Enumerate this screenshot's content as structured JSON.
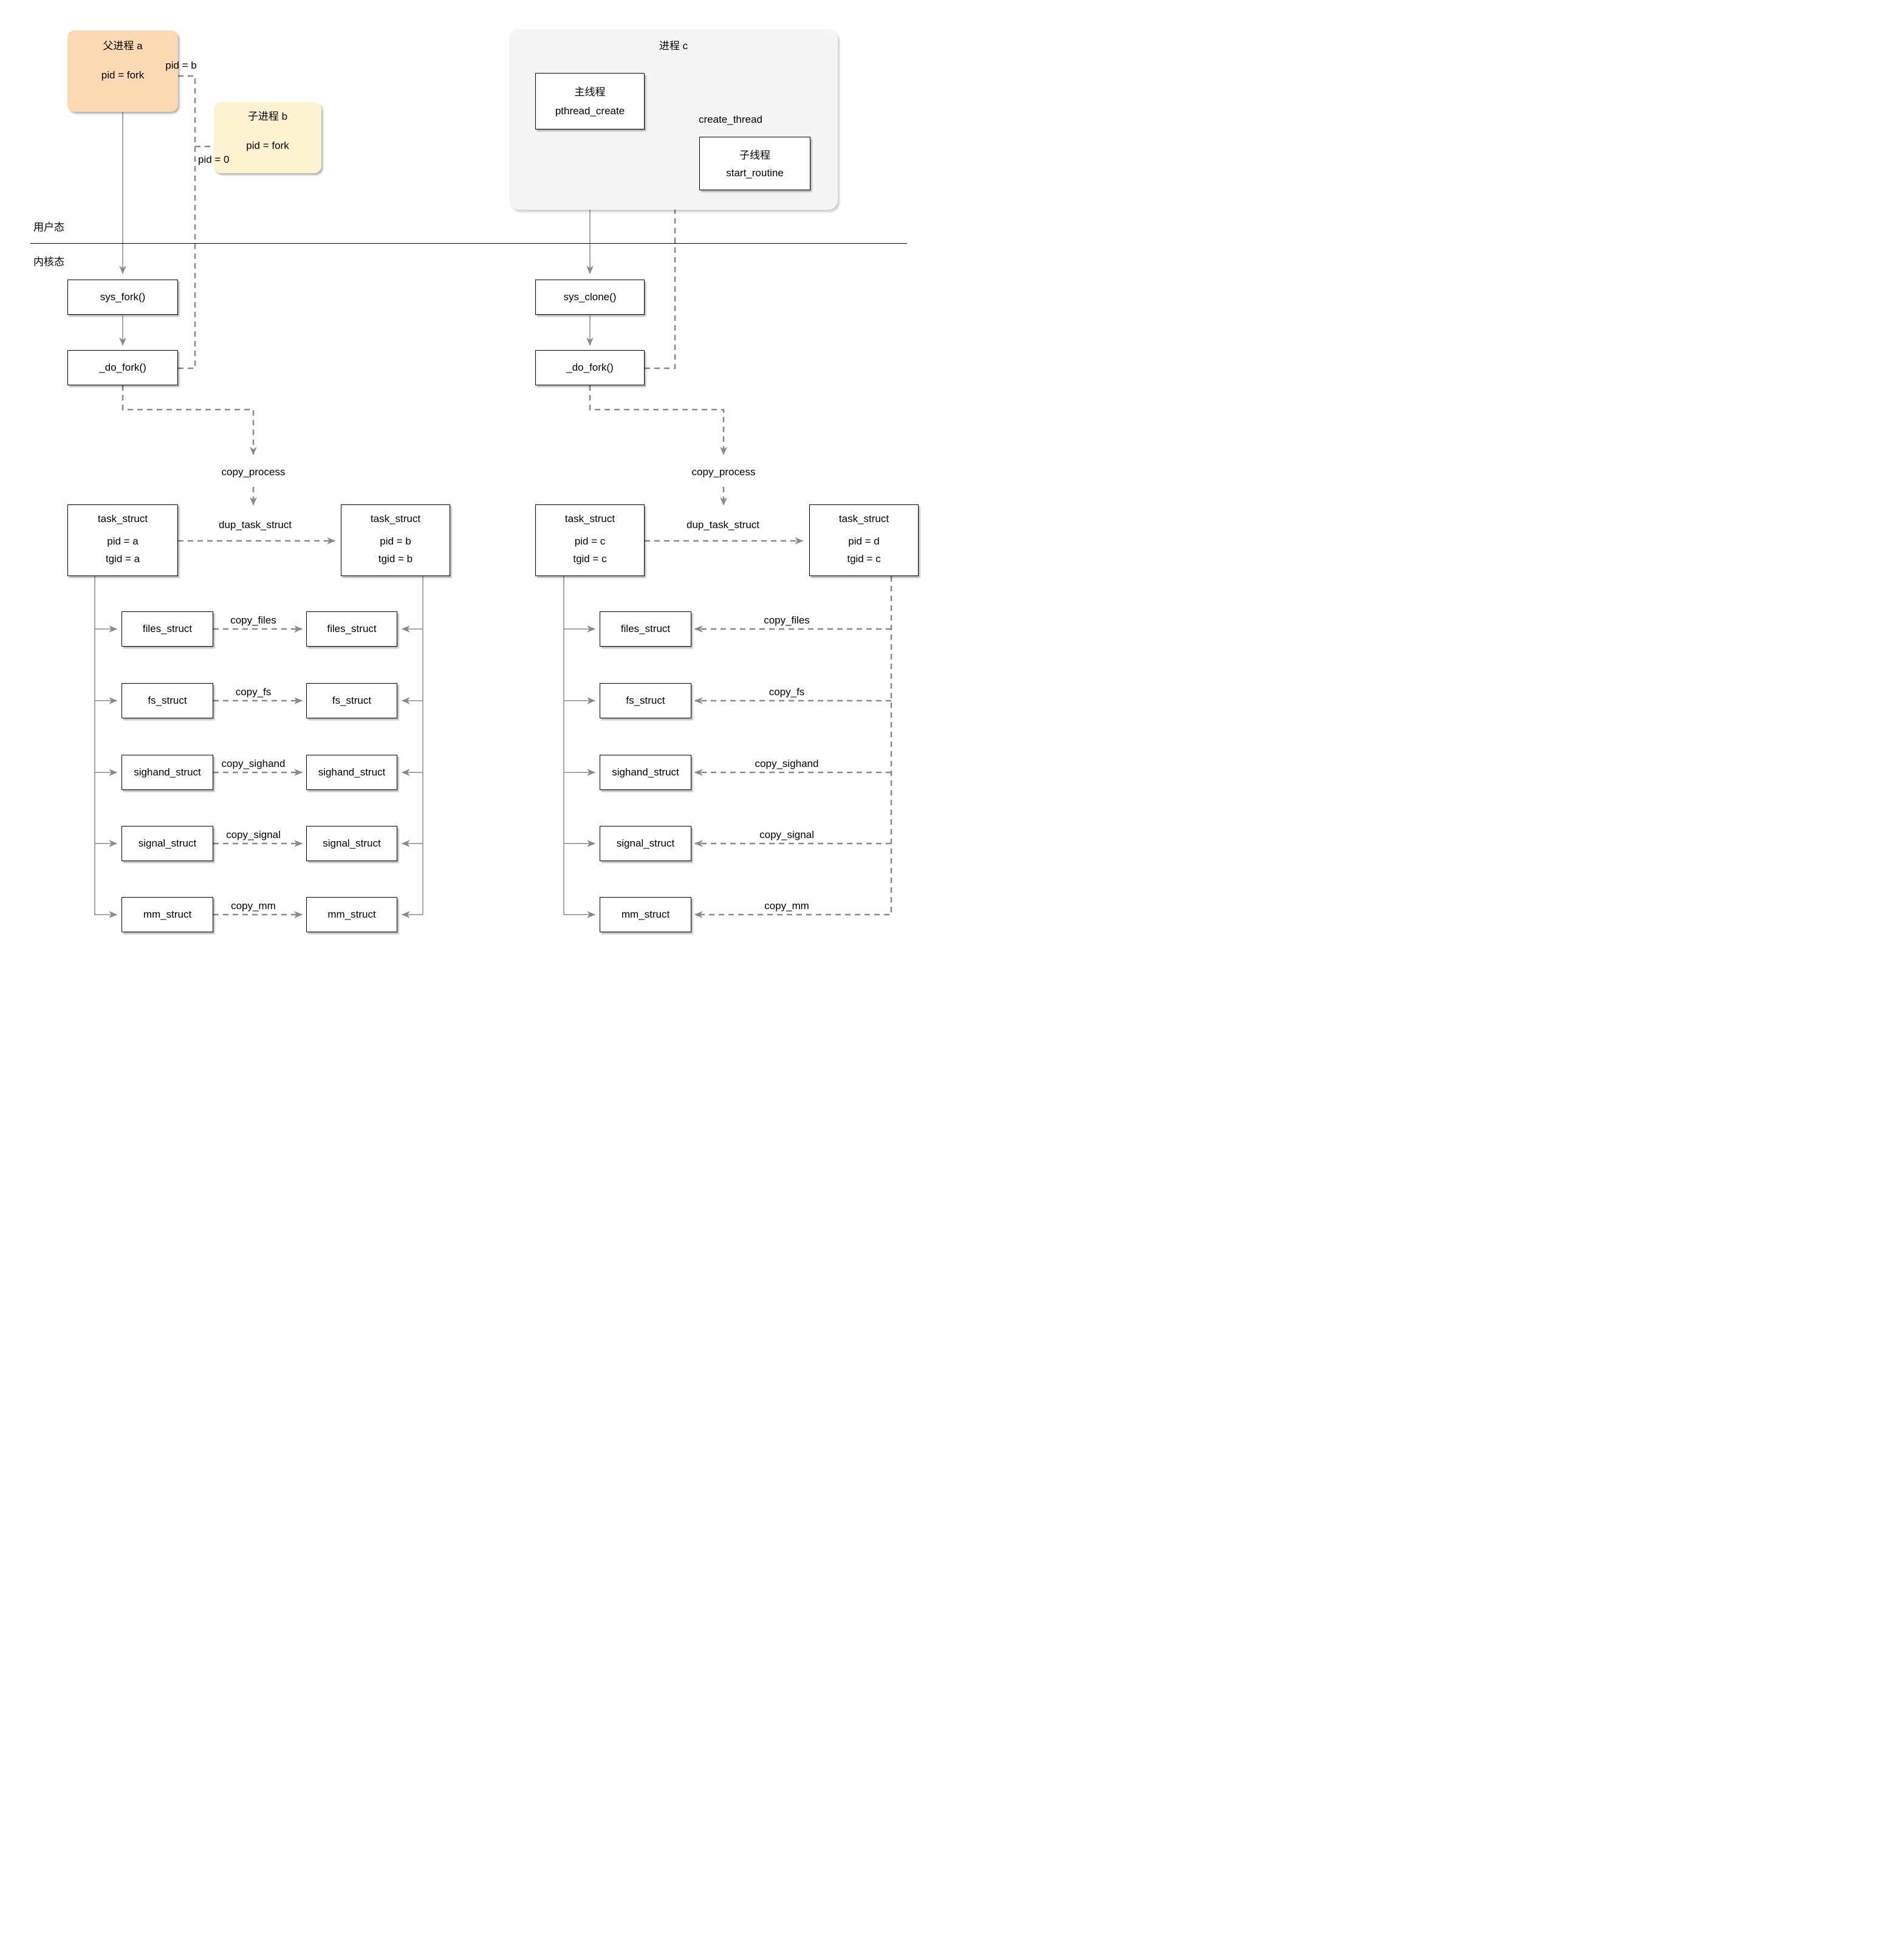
{
  "modes": {
    "user": "用户态",
    "kernel": "内核态"
  },
  "structs": [
    "files_struct",
    "fs_struct",
    "sighand_struct",
    "signal_struct",
    "mm_struct"
  ],
  "copy_labels": [
    "copy_files",
    "copy_fs",
    "copy_sighand",
    "copy_signal",
    "copy_mm"
  ],
  "shared_labels": {
    "copy_process": "copy_process",
    "dup_task_struct": "dup_task_struct"
  },
  "left": {
    "parent_box": {
      "title": "父进程 a",
      "value": "pid = fork"
    },
    "child_box": {
      "title": "子进程 b",
      "value": "pid = fork"
    },
    "return_to_parent_label": "pid = b",
    "return_to_child_label": "pid = 0",
    "sys_call": "sys_fork()",
    "do_fork": "_do_fork()",
    "task_parent": {
      "title": "task_struct",
      "pid": "pid = a",
      "tgid": "tgid = a"
    },
    "task_child": {
      "title": "task_struct",
      "pid": "pid = b",
      "tgid": "tgid = b"
    }
  },
  "right": {
    "process_title": "进程 c",
    "main_thread": {
      "title": "主线程",
      "value": "pthread_create"
    },
    "child_thread": {
      "title": "子线程",
      "value": "start_routine"
    },
    "create_thread_label": "create_thread",
    "sys_call": "sys_clone()",
    "do_fork": "_do_fork()",
    "task_main": {
      "title": "task_struct",
      "pid": "pid = c",
      "tgid": "tgid = c"
    },
    "task_new": {
      "title": "task_struct",
      "pid": "pid = d",
      "tgid": "tgid = c"
    }
  },
  "colors": {
    "parent_box_fill": "#fad9b3",
    "child_box_fill": "#fdf3d0",
    "process_box_fill": "#f5f5f5",
    "connector_gray": "#8a8a8a",
    "border_black": "#000000"
  }
}
